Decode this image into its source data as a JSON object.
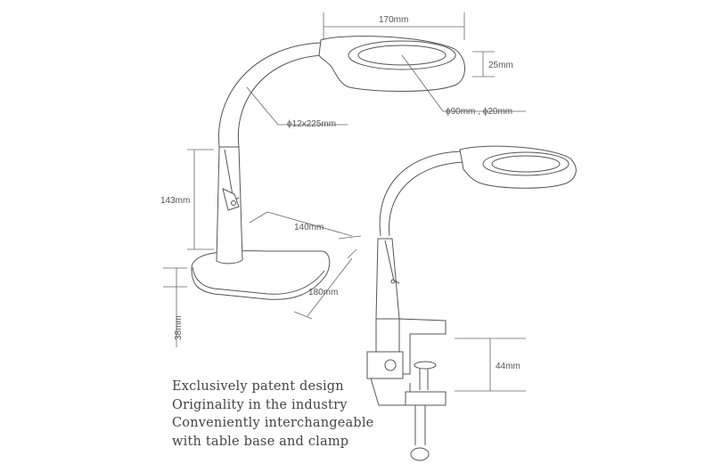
{
  "title": "LED magnifier lamp dimension diagram",
  "dimensions": {
    "head_width": "170mm",
    "head_height": "25mm",
    "lens_diameter": "ϕ90mm , ϕ20mm",
    "neck": "ϕ12x225mm",
    "arm_height": "143mm",
    "base_depth": "140mm",
    "base_width": "180mm",
    "base_height": "38mm",
    "clamp_opening": "44mm"
  },
  "description": {
    "lines": [
      "Exclusively patent design",
      "Originality in the industry",
      "Conveniently interchangeable",
      "with table base and clamp"
    ]
  },
  "colors": {
    "line": "#555555",
    "text": "#444444",
    "fill": "#ffffff"
  }
}
